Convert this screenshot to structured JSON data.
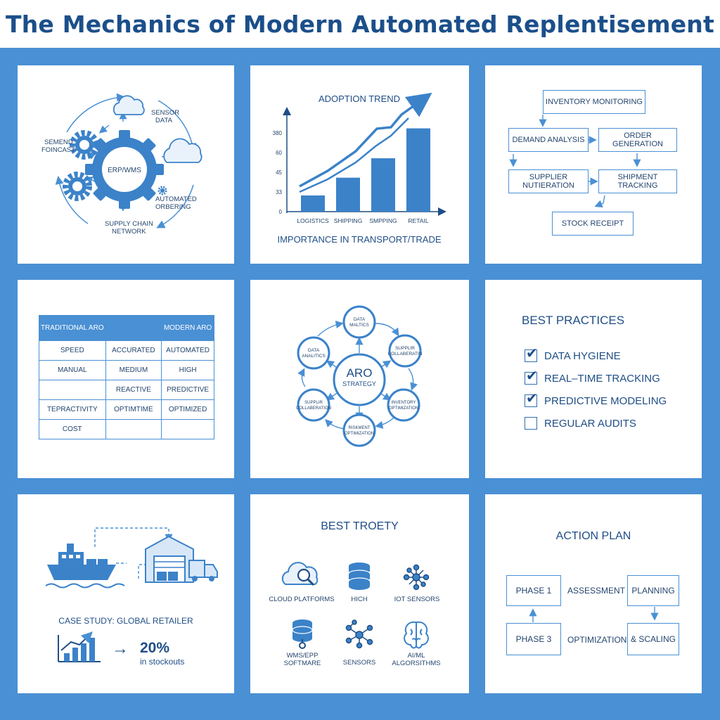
{
  "title": "The Mechanics of Modern Automated Replentisement",
  "colors": {
    "accent": "#4a90d4",
    "dark": "#1b4f8a",
    "panel_bg": "#ffffff"
  },
  "panel_cycle": {
    "center": "ERP/WMS",
    "sensor": [
      "SENSOR",
      "DATA"
    ],
    "demand": [
      "SEMEND",
      "FOINCAST"
    ],
    "ordering": [
      "AUTOMATED",
      "ORBERING"
    ],
    "network": [
      "SUPPLY CHAIN",
      "NETWORK"
    ],
    "icons": [
      "cloud-icon",
      "gear-icon"
    ]
  },
  "panel_trend": {
    "caption": "IMPORTANCE IN TRANSPORT/TRADE",
    "chart_data": {
      "type": "bar",
      "title": "ADOPTION TREND",
      "categories": [
        "LOGISTICS",
        "SHIPPING",
        "SMPPING",
        "RETAIL"
      ],
      "values": [
        20,
        42,
        66,
        103
      ],
      "y_ticks": [
        "0",
        "33",
        "45",
        "60",
        "380"
      ],
      "trend_lines": true
    }
  },
  "panel_flow": {
    "boxes": {
      "monitoring": "INVENTORY MONITORING",
      "demand": "DEMAND ANALYSIS",
      "order": "ORDER GENERATION",
      "supplier": "SUPPLIER NUTIERATION",
      "shipment": "SHIPMENT TRACKING",
      "receipt": "STOCK RECEIPT"
    }
  },
  "panel_table": {
    "headers": [
      "TRADITIONAL ARO",
      "",
      "MODERN ARO"
    ],
    "rows": [
      [
        "SPEED",
        "ACCURATED",
        "AUTOMATED"
      ],
      [
        "MANUAL",
        "MEDIUM",
        "HIGH"
      ],
      [
        "",
        "REACTIVE",
        "PREDICTIVE"
      ],
      [
        "TEPRACTIVITY",
        "OPTIMTIME",
        "OPTIMIZED"
      ],
      [
        "COST",
        "",
        ""
      ]
    ]
  },
  "panel_strategy": {
    "center": [
      "ARO",
      "STRATEGY"
    ],
    "nodes": [
      [
        "DATA",
        "MALTICS"
      ],
      [
        "SUPPLIR",
        "COLLABERATIN"
      ],
      [
        "INVENTORY",
        "OPTIMIZATION"
      ],
      [
        "RISKMENT",
        "OPTIMIZATION"
      ],
      [
        "SUPPLIR",
        "COLLABERATION"
      ],
      [
        "DATA",
        "ANALITICS"
      ]
    ]
  },
  "panel_practices": {
    "title": "BEST PRACTICES",
    "items": [
      {
        "label": "DATA HYGIENE",
        "checked": true
      },
      {
        "label": "REAL–TIME TRACKING",
        "checked": true
      },
      {
        "label": "PREDICTIVE MODELING",
        "checked": true
      },
      {
        "label": "REGULAR AUDITS",
        "checked": false
      }
    ],
    "check_glyph": "✔"
  },
  "panel_case": {
    "title": "CASE STUDY: GLOBAL RETAILER",
    "stat_value": "20%",
    "stat_text": "in stockouts",
    "arrow": "→",
    "icons": [
      "ship-icon",
      "warehouse-icon",
      "truck-icon",
      "bar-chart-icon"
    ]
  },
  "panel_tech": {
    "title": "BEST TROETY",
    "items": [
      {
        "icon": "cloud-search-icon",
        "lines": [
          "CLOUD PLATFORMS"
        ]
      },
      {
        "icon": "database-icon",
        "lines": [
          "HICH"
        ]
      },
      {
        "icon": "network-icon",
        "lines": [
          "IOT SENSORS"
        ]
      },
      {
        "icon": "database-gear-icon",
        "lines": [
          "WMS/EPP",
          "SOFTMARE"
        ]
      },
      {
        "icon": "network-icon",
        "lines": [
          "SENSORS"
        ]
      },
      {
        "icon": "brain-icon",
        "lines": [
          "AI/ML",
          "ALGORSITHMS"
        ]
      }
    ]
  },
  "panel_plan": {
    "title": "ACTION PLAN",
    "phase1": "PHASE 1",
    "assessment": "ASSESSMENT &",
    "planning": "PLANNING",
    "phase3": "PHASE 3",
    "optimization": "OPTIMIZATION",
    "scaling": "& SCALING"
  }
}
